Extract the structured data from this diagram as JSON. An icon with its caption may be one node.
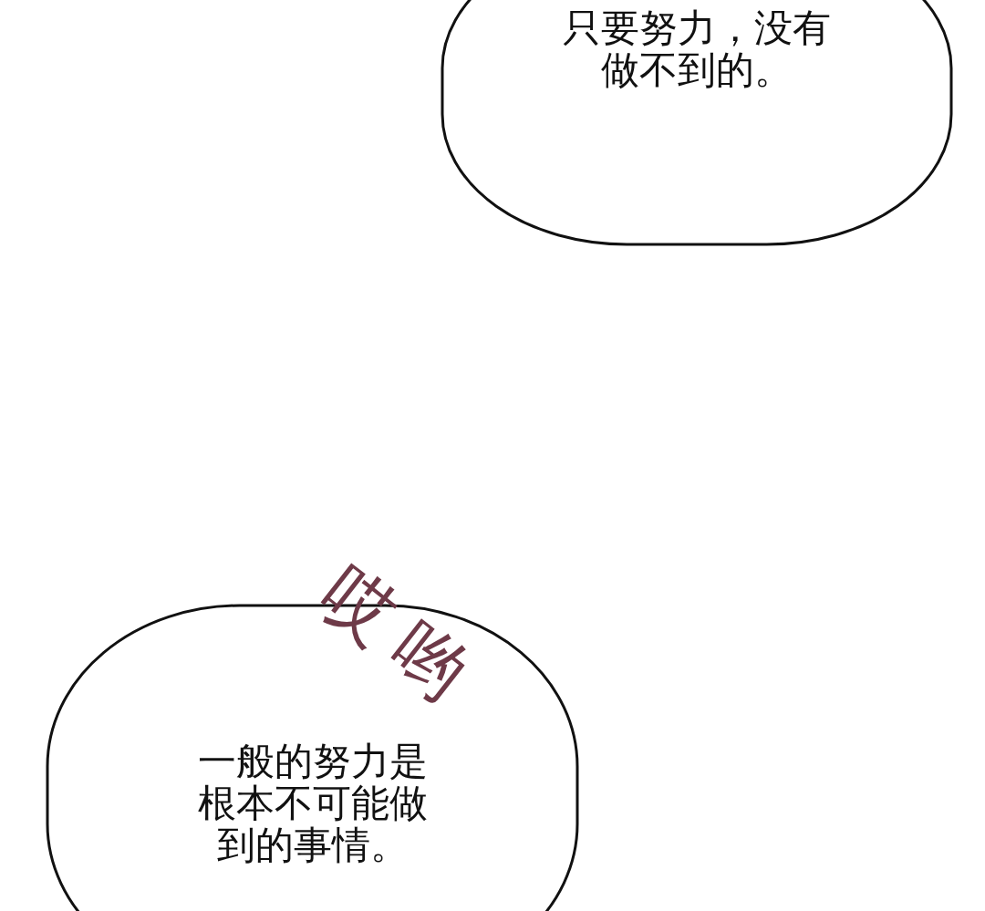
{
  "diagram": {
    "nodes": [
      {
        "text": [
          "只要努力，没有做不到的。"
        ]
      },
      {
        "text": [
          "一般的努力是根本不可能做到的事情。"
        ]
      }
    ],
    "labels": [
      "哎哟"
    ]
  }
}
